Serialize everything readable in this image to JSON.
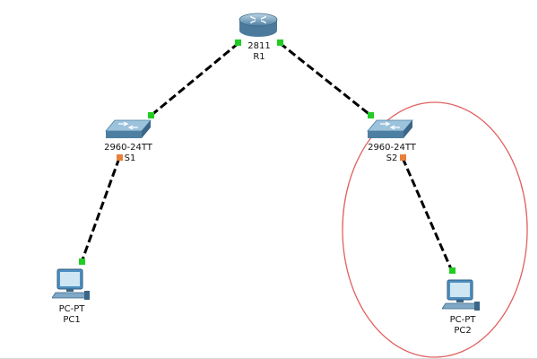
{
  "topology": {
    "router": {
      "model": "2811",
      "name": "R1"
    },
    "switches": [
      {
        "model": "2960-24TT",
        "name": "S1"
      },
      {
        "model": "2960-24TT",
        "name": "S2"
      }
    ],
    "pcs": [
      {
        "model": "PC-PT",
        "name": "PC1"
      },
      {
        "model": "PC-PT",
        "name": "PC2"
      }
    ],
    "colors": {
      "link": "#000000",
      "port_up": "#22cc22",
      "port_amber": "#e8803a",
      "highlight_ellipse": "#e06060",
      "device_blue": "#4d8fbf"
    },
    "icons": {
      "router": "router-icon",
      "switch": "switch-icon",
      "pc": "pc-icon"
    }
  }
}
